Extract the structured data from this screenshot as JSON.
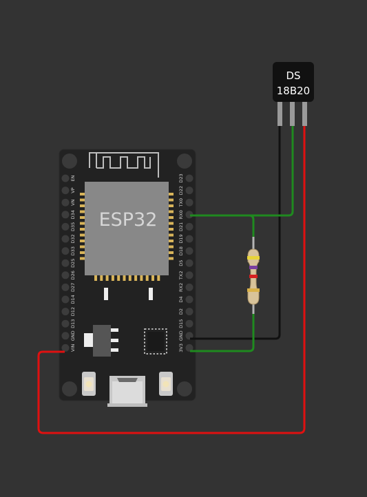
{
  "colors": {
    "background": "#333333",
    "board": "#222222",
    "chip": "#888888",
    "wire_ground": "#111111",
    "wire_data": "#1f8a1f",
    "wire_power": "#e01010"
  },
  "board": {
    "chip_label": "ESP32",
    "left_pins": [
      "EN",
      "VP",
      "VN",
      "D34",
      "D35",
      "D32",
      "D33",
      "D25",
      "D26",
      "D27",
      "D14",
      "D12",
      "D13",
      "GND",
      "VIN"
    ],
    "right_pins": [
      "D23",
      "D22",
      "TX0",
      "RX0",
      "D21",
      "D19",
      "D18",
      "D5",
      "TX2",
      "RX2",
      "D4",
      "D2",
      "D15",
      "GND",
      "3V3"
    ]
  },
  "sensor": {
    "line1": "DS",
    "line2": "18B20"
  },
  "resistor": {
    "bands": [
      "#e8d43a",
      "#7a3ea0",
      "#d62020",
      "#d9b24a"
    ]
  },
  "icons": {
    "antenna": "antenna-trace-icon",
    "usb": "micro-usb-port-icon"
  }
}
